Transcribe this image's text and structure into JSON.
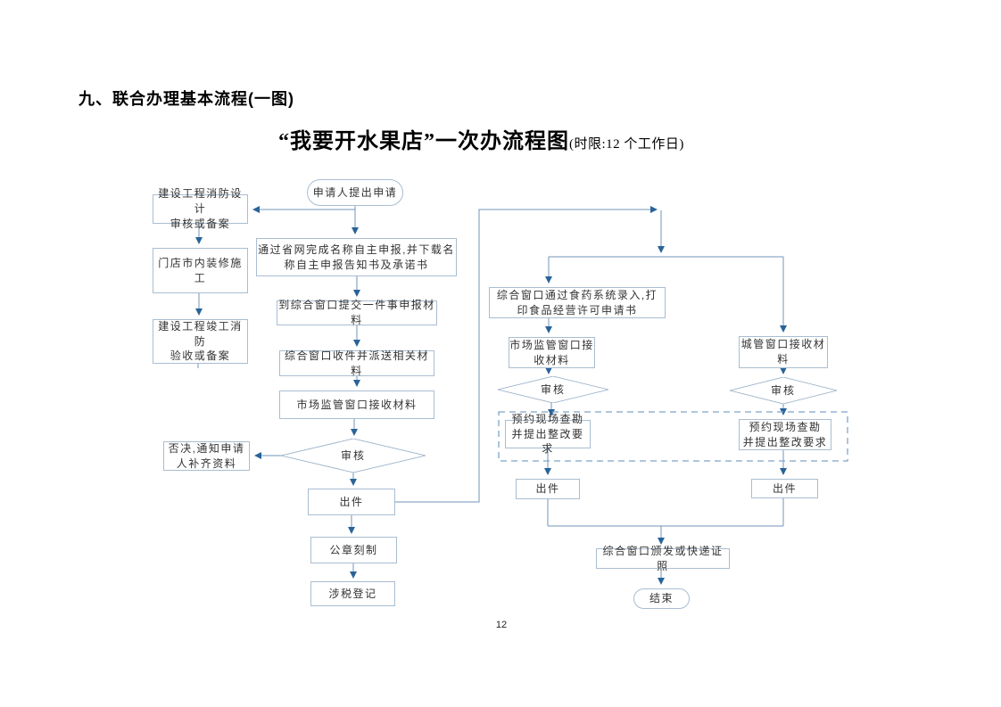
{
  "page": {
    "heading": "九、联合办理基本流程(一图)",
    "title": "“我要开水果店”一次办流程图",
    "title_note": "(时限:12 个工作日)",
    "page_number": "12"
  },
  "colors": {
    "line": "#7096ba",
    "arrowhead": "#2a6399",
    "box_border": "#a9bdd1",
    "diamond_border": "#8fa9c2",
    "text": "#333333"
  },
  "flow": {
    "start": "申请人提出申请",
    "fire_design": "建设工程消防设计\n审核或备案",
    "shop_decoration": "门店市内装修施工",
    "fire_acceptance": "建设工程竣工消防\n验收或备案",
    "name_declare": "通过省网完成名称自主申报,并下载名\n称自主申报告知书及承诺书",
    "submit_materials": "到综合窗口提交一件事申报材料",
    "dispatch_materials": "综合窗口收件并派送相关材料",
    "market_receive": "市场监管窗口接收材料",
    "review_main": "审核",
    "reject_notice": "否决,通知申请\n人补齐资料",
    "issue_main": "出件",
    "seal_making": "公章刻制",
    "tax_register": "涉税登记",
    "food_entry": "综合窗口通过食药系统录入,打\n印食品经营许可申请书",
    "market_window": "市场监管窗口接\n收材料",
    "review_market": "审核",
    "survey_market": "预约现场查勘\n并提出整改要求",
    "issue_market": "出件",
    "city_window": "城管窗口接收材\n料",
    "review_city": "审核",
    "survey_city": "预约现场查勘\n并提出整改要求",
    "issue_city": "出件",
    "deliver_license": "综合窗口颁发或快递证照",
    "end": "结束"
  }
}
